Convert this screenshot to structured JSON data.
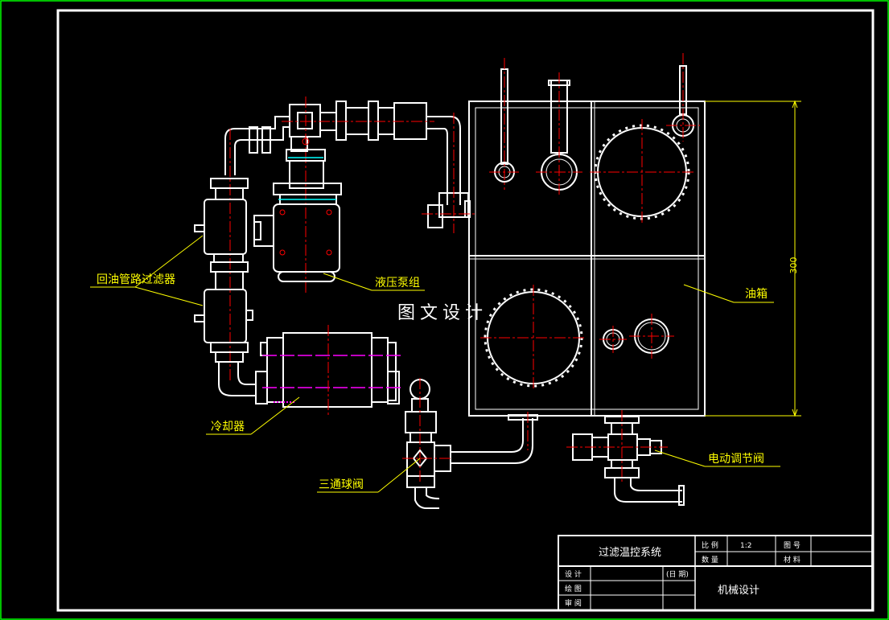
{
  "callouts": {
    "return_filter": "回油管路过滤器",
    "pump_unit": "液压泵组",
    "oil_tank": "油箱",
    "cooler": "冷却器",
    "three_way_valve": "三通球阀",
    "electric_valve": "电动调节阀"
  },
  "dimension": {
    "height_value": "300"
  },
  "watermark": "图文设计",
  "title_block": {
    "drawing_name": "过滤温控系统",
    "scale_label": "比 例",
    "scale_value": "1:2",
    "drawing_no_label": "图 号",
    "quantity_label": "数 量",
    "material_label": "材 料",
    "design_label": "设 计",
    "date_label": "(日 期)",
    "drafting_label": "绘 图",
    "review_label": "审 阅",
    "company": "机械设计"
  },
  "colors": {
    "background": "#000000",
    "frame": "#00ff00",
    "line": "#ffffff",
    "center": "#ff0000",
    "leader": "#ffff00",
    "accent": "#ff00ff",
    "hidden": "#00ffff"
  }
}
